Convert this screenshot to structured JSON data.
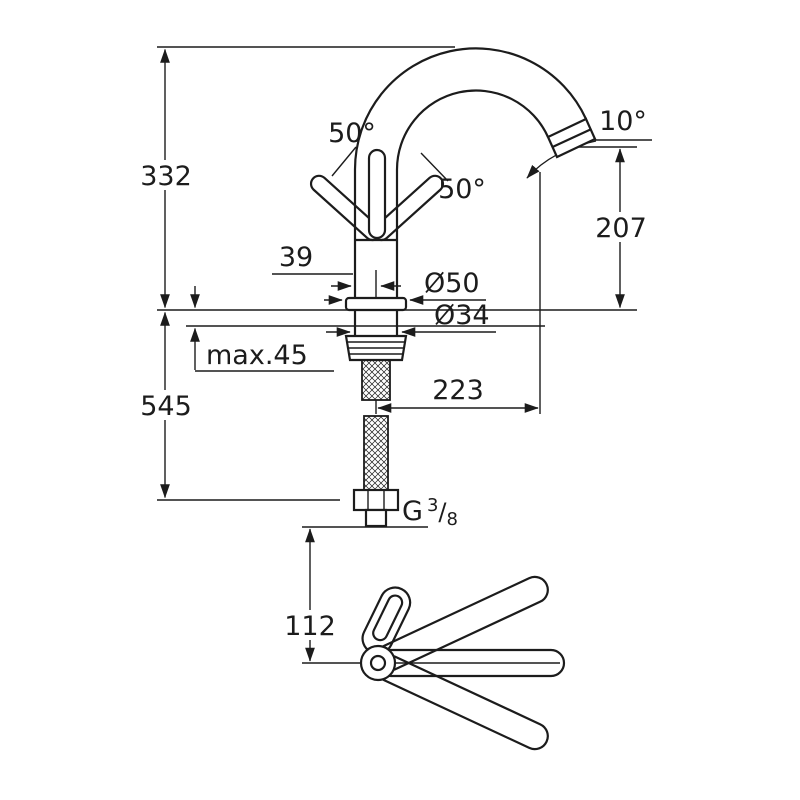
{
  "labels": {
    "height_total": "332",
    "under_height": "545",
    "body_width": "39",
    "counter_max": "max.45",
    "handle_angle_left": "50°",
    "handle_angle_right": "50°",
    "spout_angle": "10°",
    "spout_height": "207",
    "base_dia": "Ø50",
    "shank_dia": "Ø34",
    "reach": "223",
    "swivel": "112",
    "thread": {
      "g": "G",
      "sup": "3",
      "slash": "/",
      "sub": "8"
    }
  },
  "colors": {
    "line": "#1c1c1c",
    "background": "#ffffff"
  }
}
